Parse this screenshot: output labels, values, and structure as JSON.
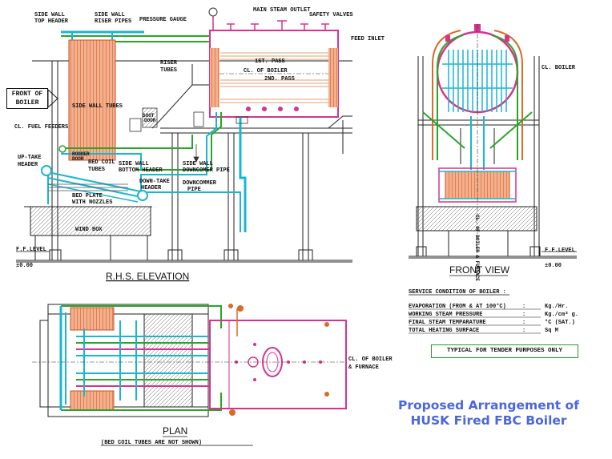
{
  "labels": {
    "side_wall_top_header": [
      "SIDE WALL",
      "TOP HEADER"
    ],
    "side_wall_riser_pipes": [
      "SIDE WALL",
      "RISER PIPES"
    ],
    "pressure_gauge": "PRESSURE GAUGE",
    "main_steam_outlet": "MAIN STEAM OUTLET",
    "safety_valves": "SAFETY VALVES",
    "feed_inlet": "FEED INLET",
    "riser_tubes": [
      "RISER",
      "TUBES"
    ],
    "first_pass": "1ST. PASS",
    "cl_of_boiler": "CL. OF BOILER",
    "second_pass": "2ND. PASS",
    "front_of_boiler": [
      "FRONT OF",
      "BOILER"
    ],
    "side_wall_tubes": "SIDE WALL TUBES",
    "cl_fuel_feeders": "CL. FUEL FEEDERS",
    "soot_door": [
      "SOOT",
      "DOOR"
    ],
    "up_take_header": [
      "UP-TAKE",
      "HEADER"
    ],
    "bed_coil_tubes": [
      "BED COIL",
      "TUBES"
    ],
    "rodder_door": [
      "RODDER",
      "DOOR"
    ],
    "side_wall_bottom_header": [
      "SIDE WALL",
      "BOTTOM HEADER"
    ],
    "side_wall_downcomer_pipe": [
      "SIDE WALL",
      "DOWNCOMER PIPE"
    ],
    "down_take_header": [
      "DOWN-TAKE",
      "HEADER"
    ],
    "downcomer_pipe": [
      "DOWNCOMMER",
      "PIPE"
    ],
    "bed_plate_with_nozzles": [
      "BED PLATE",
      "WITH NOZZLES"
    ],
    "wind_box": "WIND BOX",
    "ff_level": "F.F.LEVEL",
    "ff_level_value": "±0.00",
    "rhs_elevation": "R.H.S. ELEVATION",
    "front_view": "FRONT VIEW",
    "cl_boiler_front": "CL. BOILER",
    "cl_boiler_furnace_vertical": "CL. OF BOILER & FURNACE",
    "plan": "PLAN",
    "plan_note": "(BED COIL TUBES ARE NOT SHOWN)",
    "cl_of_boiler_furnace": [
      "CL. OF BOILER",
      "& FURNACE"
    ]
  },
  "service_condition": {
    "title": "SERVICE CONDITION OF BOILER  :",
    "rows": [
      {
        "label": "EVAPORATION (FROM & AT 100°C)",
        "sep": ":",
        "unit": "Kg./Hr."
      },
      {
        "label": "WORKING STEAM PRESSURE",
        "sep": ":",
        "unit": "Kg./cm² g."
      },
      {
        "label": "FINAL STEAM TEMPARATURE",
        "sep": ":",
        "unit": "°C (SAT.)"
      },
      {
        "label": "TOTAL HEATING SURFACE",
        "sep": ":",
        "unit": "Sq M"
      }
    ]
  },
  "tender_note": "TYPICAL FOR TENDER PURPOSES ONLY",
  "caption": {
    "line1": "Proposed Arrangement of",
    "line2": "HUSK Fired FBC Boiler"
  },
  "colors": {
    "magenta": "#d6338f",
    "cyan": "#19b7cf",
    "green": "#2aa52a",
    "orange": "#d86b2a",
    "tube_red": "#e0552a",
    "caption_blue": "#4a66e0"
  }
}
